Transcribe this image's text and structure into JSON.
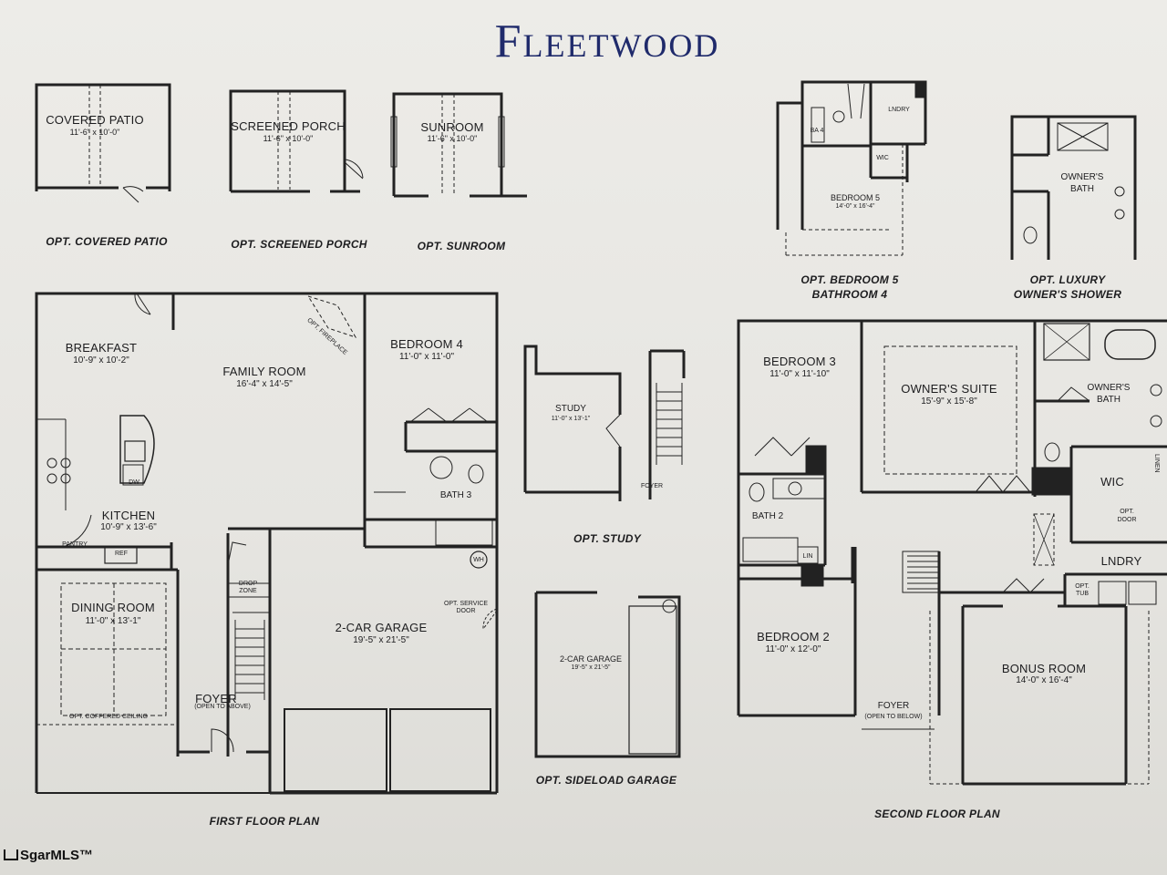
{
  "title": "Fleetwood",
  "watermark": "SgarMLS™",
  "options": {
    "covered_patio": {
      "name": "COVERED PATIO",
      "dim": "11'-6\" x 10'-0\"",
      "caption": "OPT. COVERED PATIO"
    },
    "screened_porch": {
      "name": "SCREENED PORCH",
      "dim": "11'-6\" x 10'-0\"",
      "caption": "OPT. SCREENED PORCH"
    },
    "sunroom": {
      "name": "SUNROOM",
      "dim": "11'-6\" x 10'-0\"",
      "caption": "OPT. SUNROOM"
    },
    "bedroom5": {
      "name": "BEDROOM 5",
      "dim": "14'-0\" x 16'-4\"",
      "lndry": "LNDRY",
      "wic": "WIC",
      "ba": "BA 4",
      "caption1": "OPT. BEDROOM 5",
      "caption2": "BATHROOM 4"
    },
    "luxury_shower": {
      "name1": "OWNER'S",
      "name2": "BATH",
      "caption1": "OPT. LUXURY",
      "caption2": "OWNER'S SHOWER"
    },
    "study": {
      "name": "STUDY",
      "dim": "11'-0\" x 13'-1\"",
      "foyer": "FOYER",
      "caption": "OPT. STUDY"
    },
    "sideload": {
      "name": "2-CAR GARAGE",
      "dim": "19'-5\" x 21'-5\"",
      "caption": "OPT. SIDELOAD GARAGE"
    }
  },
  "first_floor": {
    "caption": "FIRST FLOOR PLAN",
    "breakfast": {
      "name": "BREAKFAST",
      "dim": "10'-9\" x 10'-2\""
    },
    "family_room": {
      "name": "FAMILY ROOM",
      "dim": "16'-4\" x 14'-5\""
    },
    "fireplace": "OPT. FIREPLACE",
    "bedroom4": {
      "name": "BEDROOM 4",
      "dim": "11'-0\" x 11'-0\""
    },
    "bath3": "BATH 3",
    "kitchen": {
      "name": "KITCHEN",
      "dim": "10'-9\" x 13'-6\""
    },
    "dw": "DW",
    "pantry": "PANTRY",
    "ref": "REF",
    "wh": "WH",
    "dining": {
      "name": "DINING ROOM",
      "dim": "11'-0\" x 13'-1\""
    },
    "coffered": "OPT. COFFERED CEILING",
    "drop_zone1": "DROP",
    "drop_zone2": "ZONE",
    "garage": {
      "name": "2-CAR GARAGE",
      "dim": "19'-5\" x 21'-5\""
    },
    "service_door1": "OPT. SERVICE",
    "service_door2": "DOOR",
    "foyer": {
      "name": "FOYER",
      "note": "(OPEN TO ABOVE)"
    }
  },
  "second_floor": {
    "caption": "SECOND FLOOR PLAN",
    "bedroom3": {
      "name": "BEDROOM 3",
      "dim": "11'-0\" x 11'-10\""
    },
    "owners_suite": {
      "name": "OWNER'S SUITE",
      "dim": "15'-9\" x 15'-8\""
    },
    "owners_bath1": "OWNER'S",
    "owners_bath2": "BATH",
    "wic": "WIC",
    "linen": "LINEN",
    "opt_door1": "OPT.",
    "opt_door2": "DOOR",
    "bath2": "BATH 2",
    "lin": "LIN",
    "lndry": "LNDRY",
    "opt_tub1": "OPT.",
    "opt_tub2": "TUB",
    "bedroom2": {
      "name": "BEDROOM 2",
      "dim": "11'-0\" x 12'-0\""
    },
    "bonus": {
      "name": "BONUS ROOM",
      "dim": "14'-0\" x 16'-4\""
    },
    "foyer": {
      "name": "FOYER",
      "note": "(OPEN TO BELOW)"
    }
  }
}
